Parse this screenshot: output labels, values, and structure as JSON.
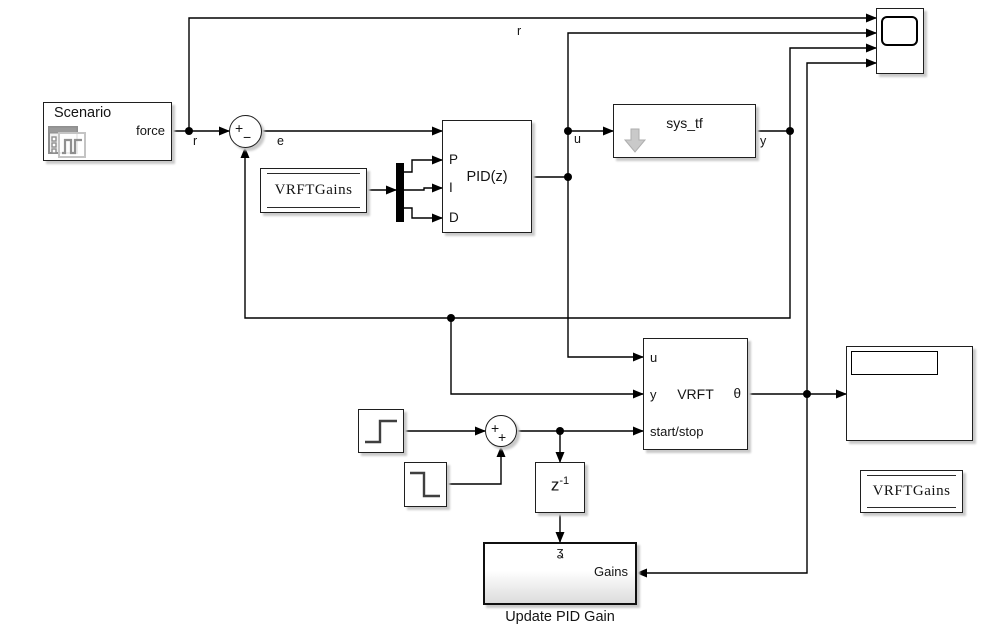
{
  "colors": {
    "background": "#ffffff",
    "wire": "#000000",
    "block_border": "#1f1f1f",
    "icon_gray": "#c9c9c9",
    "scenario_icon_gray": "#8f8f8f"
  },
  "blocks": {
    "scenario": {
      "title": "Scenario",
      "output_label": "force"
    },
    "error_sum": {
      "top_sign": "+",
      "bottom_sign": "−"
    },
    "vrft_gains_source": {
      "label": "VRFTGains"
    },
    "pid": {
      "label": "PID(z)",
      "port_p": "P",
      "port_i": "I",
      "port_d": "D"
    },
    "sys_tf": {
      "label": "sys_tf"
    },
    "vrft": {
      "label": "VRFT",
      "port_u": "u",
      "port_y": "y",
      "port_start_stop": "start/stop",
      "port_theta": "θ"
    },
    "trigger_sum": {
      "left_sign": "+",
      "bottom_sign": "+"
    },
    "unit_delay": {
      "base": "z",
      "exponent": "-1"
    },
    "update_pid_gain": {
      "caption": "Update PID Gain",
      "port_gains": "Gains",
      "trigger_symbol": "ʓ"
    },
    "vrft_gains_sink": {
      "label": "VRFTGains"
    }
  },
  "signals": {
    "r_to_scope": "r",
    "r": "r",
    "e": "e",
    "u": "u",
    "y": "y"
  }
}
